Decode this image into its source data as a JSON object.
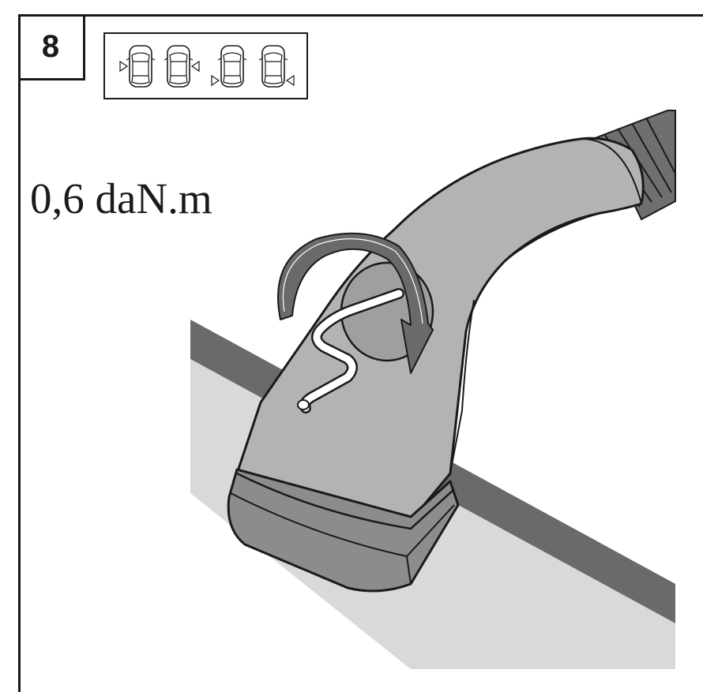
{
  "step": {
    "number": "8"
  },
  "position_icons": {
    "icon": "car-top-view-icon",
    "count": 4
  },
  "torque": {
    "value": "0,6 daN.m"
  },
  "illustration": {
    "subject": "roof-bar-foot-with-allen-key",
    "icons": [
      "roof-bar-foot-icon",
      "allen-key-icon",
      "rotation-arrow-icon"
    ]
  },
  "colors": {
    "ink": "#1a1a1a",
    "roof_light": "#d9d9d9",
    "roof_stripe": "#6a6a6a",
    "foot": "#b3b3b3",
    "foot_dark": "#8c8c8c"
  }
}
